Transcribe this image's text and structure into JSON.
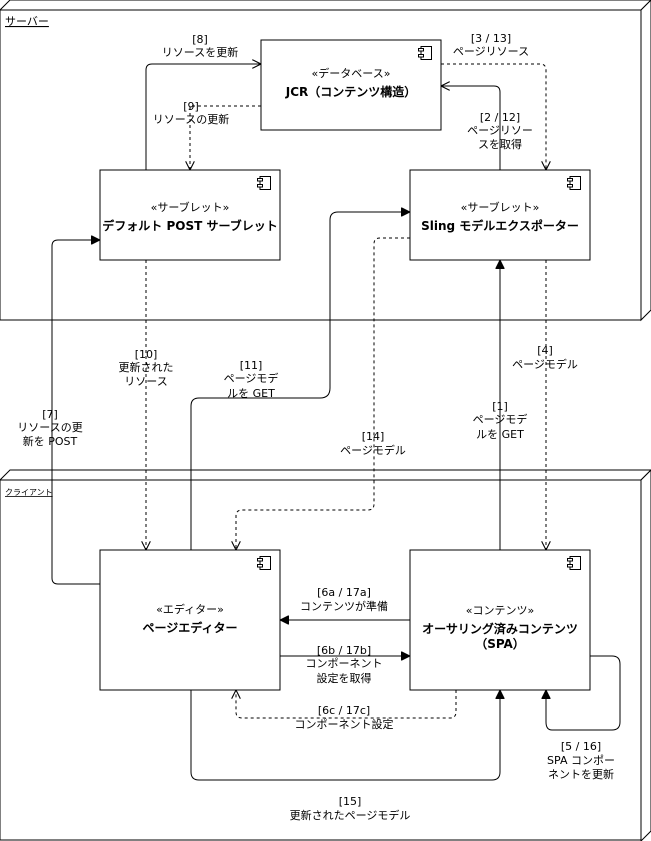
{
  "frames": {
    "server": "サーバー",
    "client": "クライアント"
  },
  "nodes": {
    "jcr": {
      "stereotype": "«データベース»",
      "name": "JCR（コンテンツ構造）"
    },
    "post_servlet": {
      "stereotype": "«サーブレット»",
      "name": "デフォルト POST サーブレット"
    },
    "sling_exporter": {
      "stereotype": "«サーブレット»",
      "name": "Sling モデルエクスポーター"
    },
    "page_editor": {
      "stereotype": "«エディター»",
      "name": "ページエディター"
    },
    "spa_content": {
      "stereotype": "«コンテンツ»",
      "name_line1": "オーサリング済みコンテンツ",
      "name_line2": "（SPA）"
    }
  },
  "edges": {
    "e1": [
      "[1]",
      "ページモデ",
      "ルを GET"
    ],
    "e2": [
      "[2 / 12]",
      "ページリソー",
      "スを取得"
    ],
    "e3": [
      "[3 / 13]",
      "ページリソース"
    ],
    "e4": [
      "[4]",
      "ページモデル"
    ],
    "e5": [
      "[5 / 16]",
      "SPA コンポー",
      "ネントを更新"
    ],
    "e6a": [
      "[6a / 17a]",
      "コンテンツが準備"
    ],
    "e6b": [
      "[6b / 17b]",
      "コンポーネント",
      "設定を取得"
    ],
    "e6c": [
      "[6c / 17c]",
      "コンポーネント設定"
    ],
    "e7": [
      "[7]",
      "リソースの更",
      "新を POST"
    ],
    "e8": [
      "[8]",
      "リソースを更新"
    ],
    "e9": [
      "[9]",
      "リソースの更新"
    ],
    "e10": [
      "[10]",
      "更新された",
      "リソース"
    ],
    "e11": [
      "[11]",
      "ページモデ",
      "ルを GET"
    ],
    "e14": [
      "[14]",
      "ページモデル"
    ],
    "e15": [
      "[15]",
      "更新されたページモデル"
    ]
  }
}
